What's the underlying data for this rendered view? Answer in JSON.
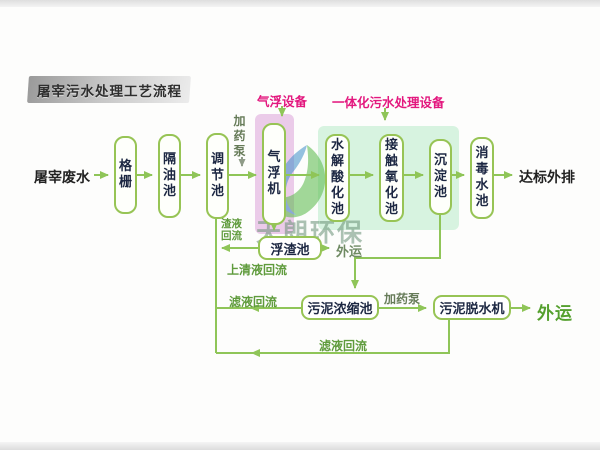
{
  "title": "屠宰污水处理工艺流程",
  "watermark": "天朗环保",
  "flow": {
    "source": "屠宰废水",
    "grid": "格栅",
    "oil_separation": "隔油池",
    "regulating": "调节池",
    "air_flotation": "气浮机",
    "hydrolysis": "水解酸化池",
    "oxidation": "接触氧化池",
    "sedimentation": "沉淀池",
    "disinfection": "消毒水池",
    "outlet": "达标外排",
    "scum_tank": "浮渣池",
    "sludge_thickening": "污泥浓缩池",
    "sludge_dewatering": "污泥脱水机"
  },
  "annotations": {
    "flotation_equipment": "气浮设备",
    "integrated_equipment": "一体化污水处理设备",
    "dosing_pump_top": "加药泵",
    "dosing_pump_bottom": "加药泵",
    "slag_return": "渣液回流",
    "supernatant_return": "上清液回流",
    "filtrate_return_mid": "滤液回流",
    "filtrate_return_bottom": "滤液回流",
    "haul_away_scum": "外运",
    "haul_away_sludge": "外运"
  },
  "colors": {
    "line_green": "#8fc558",
    "box_border": "#97c455",
    "box_text": "#1c2742",
    "magenta_label": "#e3177e",
    "return_label_green": "#5f9b3c",
    "flotation_highlight": "#ebcbe9",
    "integrated_highlight": "#d7f3e0",
    "banner_gray": "#b5b5b5"
  }
}
